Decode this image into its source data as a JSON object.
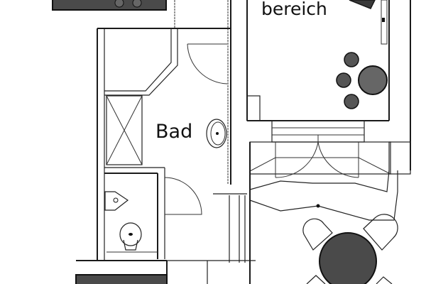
{
  "floor_plan": {
    "rooms": [
      {
        "id": "bathroom",
        "label": "Bad"
      },
      {
        "id": "area",
        "label": "bereich"
      }
    ],
    "fixtures": [
      "shower",
      "washbasin",
      "toilet",
      "small-washbasin",
      "kitchen-stove",
      "bed",
      "dining-table",
      "chairs",
      "plants"
    ],
    "colors": {
      "line": "#1a1a1a",
      "fill_dark": "#3a3a3a",
      "background": "#ffffff"
    }
  }
}
